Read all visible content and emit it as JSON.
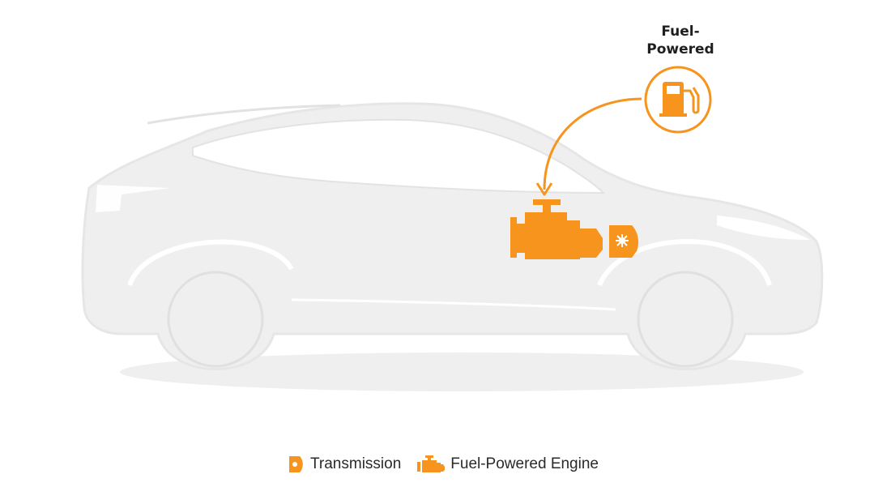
{
  "callout": {
    "title_line1": "Fuel-",
    "title_line2": "Powered",
    "icon": "fuel-pump-icon"
  },
  "components": {
    "engine_icon": "engine-icon",
    "transmission_icon": "transmission-icon"
  },
  "legend": {
    "items": [
      {
        "label": "Transmission",
        "icon": "transmission-icon"
      },
      {
        "label": "Fuel-Powered Engine",
        "icon": "engine-icon"
      }
    ]
  },
  "colors": {
    "accent": "#F7941E",
    "car_fill": "#EFEFEF",
    "car_outline": "#E4E4E4",
    "text": "#2A2A2A"
  }
}
